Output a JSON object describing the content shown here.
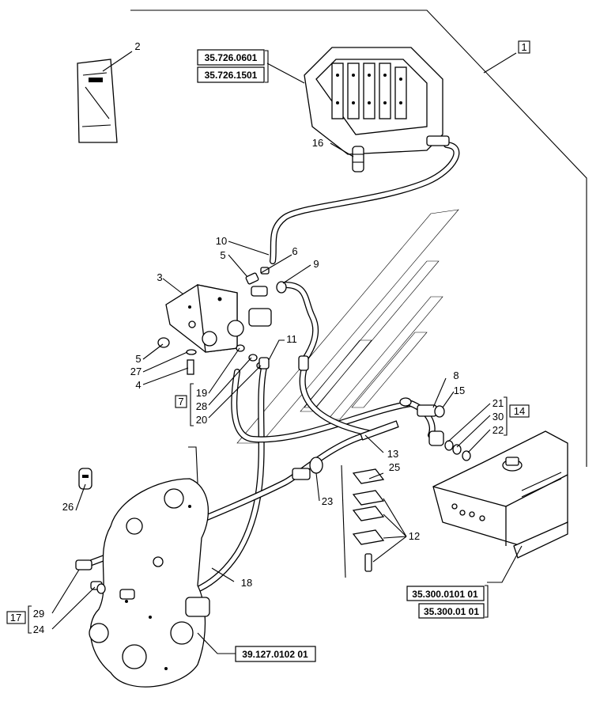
{
  "references": {
    "valve_top": "35.726.0601",
    "valve_bottom": "35.726.1501",
    "tank_top": "35.300.0101 01",
    "tank_bottom": "35.300.01 01",
    "motor": "39.127.0102 01"
  },
  "callouts": {
    "c1": "1",
    "c2": "2",
    "c3": "3",
    "c4": "4",
    "c5a": "5",
    "c5b": "5",
    "c6": "6",
    "c7": "7",
    "c8": "8",
    "c9": "9",
    "c10": "10",
    "c11": "11",
    "c12": "12",
    "c13": "13",
    "c14": "14",
    "c15": "15",
    "c16": "16",
    "c17": "17",
    "c18": "18",
    "c19": "19",
    "c20": "20",
    "c21": "21",
    "c22": "22",
    "c23": "23",
    "c24": "24",
    "c25": "25",
    "c26": "26",
    "c27": "27",
    "c28": "28",
    "c29": "29",
    "c30": "30"
  }
}
